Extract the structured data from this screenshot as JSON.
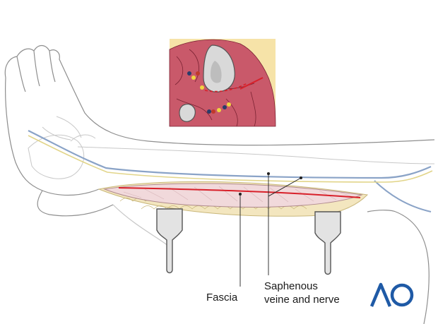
{
  "labels": {
    "fascia": "Fascia",
    "saphenous_line1": "Saphenous",
    "saphenous_line2": "veine and nerve"
  },
  "logo": {
    "text": "AO",
    "color": "#1f5aa6"
  },
  "colors": {
    "outline": "#8a8a8a",
    "skin_fill": "#ffffff",
    "incision": "#d8202a",
    "fascia_fill": "#f1d9db",
    "fat_fill": "#f3e6bf",
    "muscle": "#c9596a",
    "bone": "#d9d9d9",
    "vein": "#8aa3c7",
    "nerve": "#e8df9c",
    "retractor": "#e3e3e3"
  }
}
